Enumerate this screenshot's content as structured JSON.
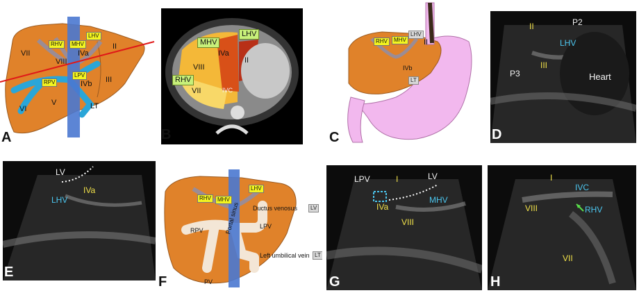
{
  "colors": {
    "liver": "#e0822a",
    "vein": "#2aa6d8",
    "probe": "#4a78d0",
    "stomach": "#f2b8ee",
    "portal": "#f3e6d6",
    "ultrasound_bg": "#0c0c0c",
    "yellow_label": "#f2e24a",
    "cyan_label": "#4cc7f0"
  },
  "panels": {
    "A": {
      "letter": "A",
      "segments": {
        "s7": "VII",
        "s8": "VIII",
        "s4a": "IVa",
        "s2": "II",
        "s3": "III",
        "s4b": "IVb",
        "s6": "VI",
        "s5": "V"
      },
      "veins": {
        "rhv": "RHV",
        "mhv": "MHV",
        "lhv": "LHV",
        "rpv": "RPV",
        "lpv": "LPV"
      },
      "lt": "LT"
    },
    "B": {
      "letter": "B",
      "mhv": "MHV",
      "lhv": "LHV",
      "rhv": "RHV",
      "ivc": "IVC",
      "s4a": "IVa",
      "s8": "VIII",
      "s2": "II",
      "s7": "VII"
    },
    "C": {
      "letter": "C",
      "rhv": "RHV",
      "mhv": "MHV",
      "lhv": "LHV",
      "s2": "II",
      "s4b": "IVb",
      "lt": "LT"
    },
    "D": {
      "letter": "D",
      "s2": "II",
      "p2": "P2",
      "lhv": "LHV",
      "p3": "P3",
      "s3": "III",
      "heart": "Heart"
    },
    "E": {
      "letter": "E",
      "lv": "LV",
      "lhv": "LHV",
      "s4a": "IVa"
    },
    "F": {
      "letter": "F",
      "rhv": "RHV",
      "mhv": "MHV",
      "lhv": "LHV",
      "ductus": "Ductus venosus",
      "lv": "LV",
      "rpv": "RPV",
      "portal_sinus": "Portal sinus",
      "lpv": "LPV",
      "umbilical": "Left umbilical vein",
      "lt": "LT",
      "pv": "PV"
    },
    "G": {
      "letter": "G",
      "lpv": "LPV",
      "s1": "I",
      "lv": "LV",
      "s4a": "IVa",
      "mhv": "MHV",
      "s8": "VIII"
    },
    "H": {
      "letter": "H",
      "s1": "I",
      "ivc": "IVC",
      "s8": "VIII",
      "rhv": "RHV",
      "s7": "VII"
    }
  }
}
